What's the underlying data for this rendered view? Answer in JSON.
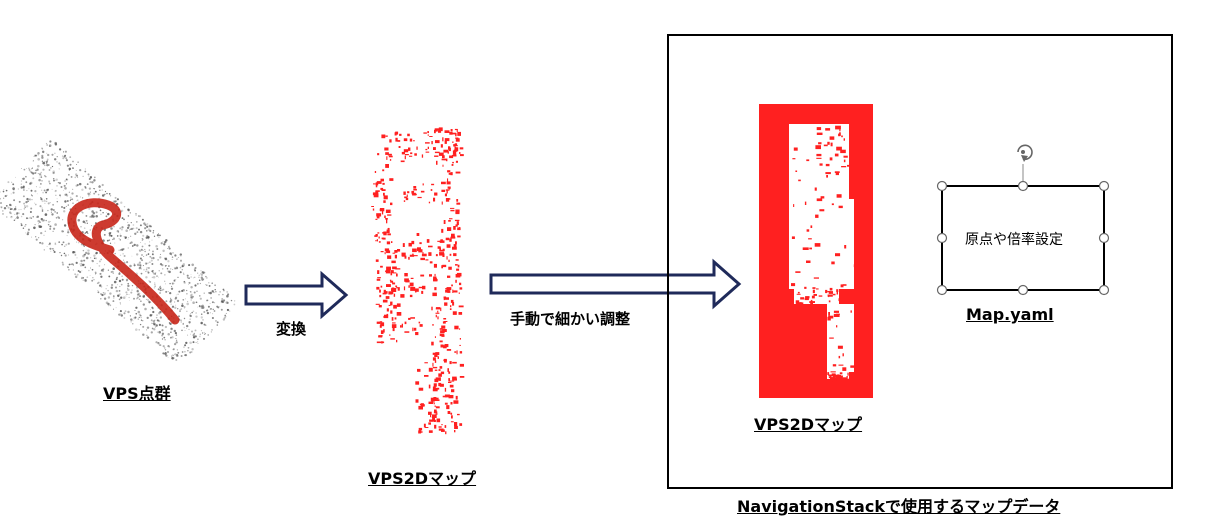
{
  "labels": {
    "point_cloud": "VPS点群",
    "map2d_left": "VPS2Dマップ",
    "map2d_right": "VPS2Dマップ",
    "map_yaml": "Map.yaml",
    "nav_stack": "NavigationStackで使用するマップデータ"
  },
  "arrows": {
    "convert": "変換",
    "adjust": "手動で細かい調整"
  },
  "yaml_box": {
    "text": "原点や倍率設定"
  },
  "colors": {
    "map_red": "#ff2020",
    "arrow_outline": "#1f2a5a",
    "trajectory_red": "#c8261a",
    "point_cloud_gray": "#555555"
  },
  "icons": {
    "rotate_handle": "rotate-icon"
  }
}
